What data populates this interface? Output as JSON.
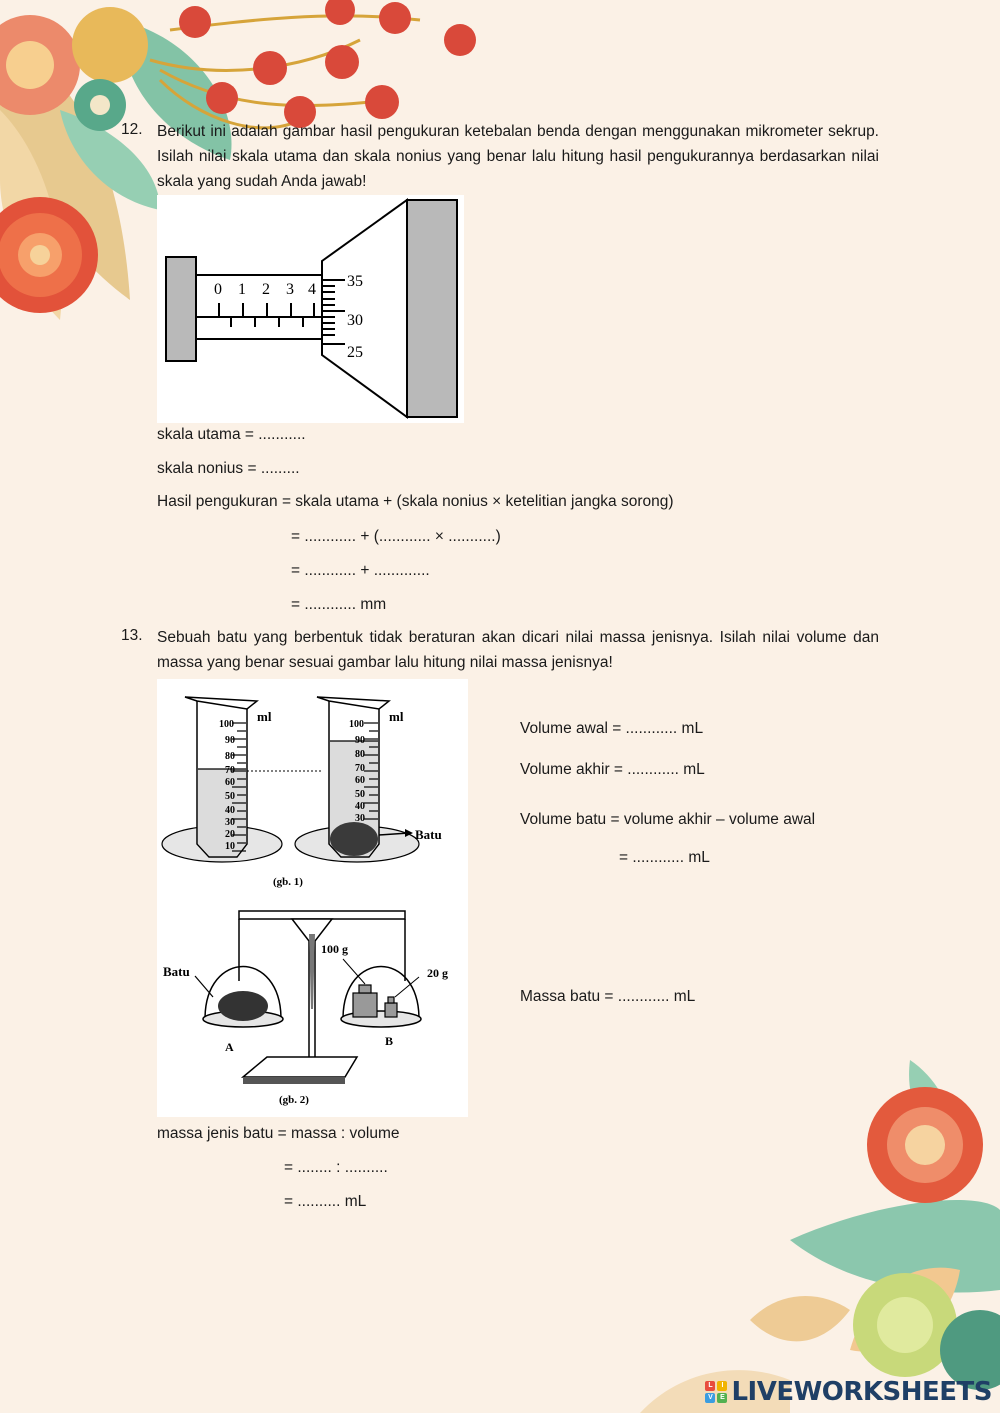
{
  "q12": {
    "number": "12.",
    "text": "Berikut ini adalah gambar hasil pengukuran ketebalan benda dengan menggunakan mikrometer sekrup. Isilah nilai skala utama dan skala nonius yang benar lalu hitung hasil pengukurannya berdasarkan nilai skala yang sudah Anda jawab!",
    "figure": {
      "main_scale_labels": [
        "0",
        "1",
        "2",
        "3",
        "4"
      ],
      "thimble_labels": [
        "35",
        "30",
        "25"
      ]
    },
    "lines": {
      "skala_utama": "skala utama = ...........",
      "skala_nonius": "skala nonius = .........",
      "formula": "Hasil pengukuran = skala utama + (skala nonius × ketelitian jangka sorong)",
      "step1": "= ............ + (............ × ...........)",
      "step2": "= ............ + .............",
      "step3": "= ............ mm"
    }
  },
  "q13": {
    "number": "13.",
    "text": "Sebuah batu yang berbentuk tidak beraturan akan dicari nilai massa jenisnya. Isilah nilai volume dan massa yang benar sesuai gambar lalu hitung nilai massa jenisnya!",
    "figure": {
      "cylinder_ticks": [
        "100",
        "90",
        "80",
        "70",
        "60",
        "50",
        "40",
        "30",
        "20",
        "10"
      ],
      "cylinder2_ticks": [
        "100",
        "90",
        "80",
        "70",
        "60",
        "50",
        "40",
        "30"
      ],
      "unit": "ml",
      "batu_label": "Batu",
      "caption1": "(gb. 1)",
      "weight_100": "100 g",
      "weight_20": "20 g",
      "pan_a": "A",
      "pan_b": "B",
      "caption2": "(gb. 2)"
    },
    "lines": {
      "volume_awal": "Volume awal = ............ mL",
      "volume_akhir": "Volume akhir = ............ mL",
      "volume_batu": "Volume batu =  volume akhir – volume awal",
      "volume_batu_result": "= ............ mL",
      "massa_batu": "Massa batu = ............ mL",
      "massa_jenis": "massa jenis batu = massa : volume",
      "mj_step1": "= ........ : ..........",
      "mj_step2": "= .......... mL"
    }
  },
  "footer": {
    "brand": "LIVEWORKSHEETS",
    "logo_letters": [
      "L",
      "I",
      "V",
      "E"
    ]
  }
}
